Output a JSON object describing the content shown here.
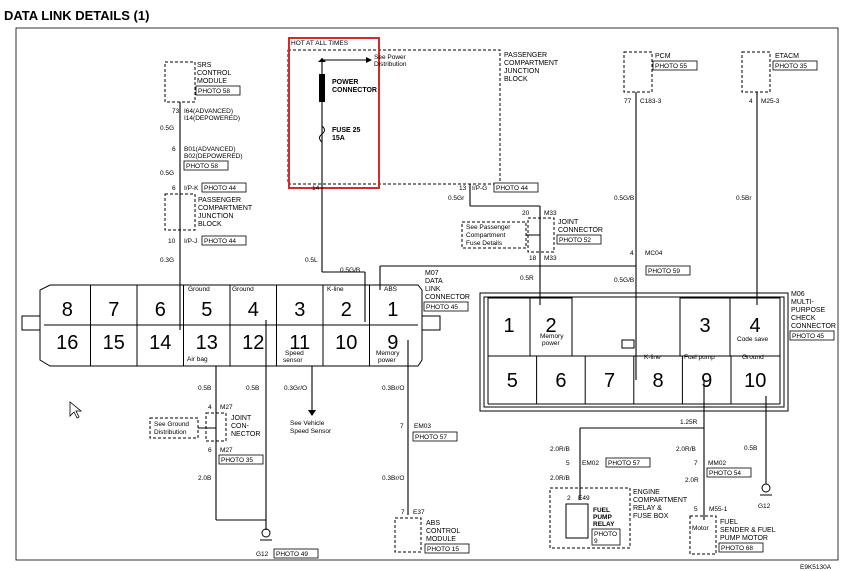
{
  "page": {
    "title": "DATA LINK DETAILS (1)"
  },
  "highlight": {
    "label": "HOT AT ALL TIMES",
    "color": "#d62a2a"
  },
  "power": {
    "see": "See Power",
    "dist": "Distribution",
    "connector1": "POWER",
    "connector2": "CONNECTOR",
    "fuse1": "FUSE 25",
    "fuse2": "15A",
    "pin14": "14"
  },
  "pcjb": {
    "l1": "PASSENGER",
    "l2": "COMPARTMENT",
    "l3": "JUNCTION",
    "l4": "BLOCK",
    "pin13": "13",
    "conn": "I/P-G",
    "photo": "PHOTO 44"
  },
  "srs": {
    "l1": "SRS",
    "l2": "CONTROL",
    "l3": "MODULE",
    "photo": "PHOTO 58",
    "pin73": "73",
    "i64": "I64(ADVANCED)",
    "i14": "I14(DEPOWERED)",
    "w1": "0.5G",
    "pin6": "6",
    "b01": "B01(ADVANCED)",
    "b02": "B02(DEPOWERED)",
    "photo2": "PHOTO 58",
    "w2": "0.5G",
    "pin6b": "6",
    "ipk": "I/P-K",
    "photo3": "PHOTO 44",
    "jb1": "PASSENGER",
    "jb2": "COMPARTMENT",
    "jb3": "JUNCTION",
    "jb4": "BLOCK",
    "pin10": "10",
    "ipj": "I/P-J",
    "photo4": "PHOTO 44",
    "w3": "0.3G"
  },
  "pcm": {
    "name": "PCM",
    "photo": "PHOTO 55",
    "pin": "77",
    "conn": "C183-3",
    "wire": "0.5G/B"
  },
  "etacm": {
    "name": "ETACM",
    "photo": "PHOTO 35",
    "pin": "4",
    "conn": "M25-3",
    "wire": "0.5Br"
  },
  "joint1": {
    "w_in": "0.5Gr",
    "pin20": "20",
    "m33": "M33",
    "l1": "JOINT",
    "l2": "CONNECTOR",
    "photo": "PHOTO 52",
    "see1": "See Passenger",
    "see2": "Compartment",
    "see3": "Fuse Details",
    "pin18": "18",
    "m33b": "M33",
    "w_out": "0.5R"
  },
  "mc04": {
    "pin": "4",
    "name": "MC04",
    "photo": "PHOTO 59",
    "wire": "0.5G/B"
  },
  "dlc": {
    "name1": "M07",
    "name2": "DATA",
    "name3": "LINK",
    "name4": "CONNECTOR",
    "photo": "PHOTO 45",
    "top_pins": [
      "8",
      "7",
      "6",
      "5",
      "4",
      "3",
      "2",
      "1"
    ],
    "bottom_pins": [
      "16",
      "15",
      "14",
      "13",
      "12",
      "11",
      "10",
      "9"
    ],
    "top_labels": {
      "p5": "Ground",
      "p4": "Ground",
      "p2": "K-line",
      "p1": "ABS"
    },
    "bottom_labels": {
      "p13": "Air bag",
      "p11a": "Speed",
      "p11b": "sensor",
      "p9a": "Memory",
      "p9b": "power"
    },
    "w_05L": "0.5L",
    "w_05GB": "0.5G/B"
  },
  "m06": {
    "name1": "M06",
    "name2": "MULTI-",
    "name3": "PURPOSE",
    "name4": "CHECK",
    "name5": "CONNECTOR",
    "photo": "PHOTO 45",
    "top_pins": [
      "1",
      "2",
      "3",
      "4"
    ],
    "bottom_pins": [
      "5",
      "6",
      "7",
      "8",
      "9",
      "10"
    ],
    "labels": {
      "p2a": "Memory",
      "p2b": "power",
      "p4": "Code save",
      "p8": "K-line",
      "p9": "Fuel pump",
      "p10": "Ground"
    }
  },
  "bottom": {
    "w1": "0.5B",
    "w2": "0.5B",
    "w3": "0.3Gr/O",
    "w4": "0.3Br/O",
    "pin4": "4",
    "m27": "M27",
    "jc1": "JOINT",
    "jc2": "CON-",
    "jc3": "NECTOR",
    "seeg1": "See Ground",
    "seeg2": "Distribution",
    "pin6": "6",
    "m27b": "M27",
    "photo35": "PHOTO 35",
    "w20b": "2.0B",
    "g12": "G12",
    "photo49": "PHOTO 49",
    "seev1": "See Vehicle",
    "seev2": "Speed Sensor"
  },
  "abs": {
    "pin7": "7",
    "em03": "EM03",
    "photo57": "PHOTO 57",
    "w": "0.3Br/O",
    "pin7b": "7",
    "e37": "E37",
    "l1": "ABS",
    "l2": "CONTROL",
    "l3": "MODULE",
    "photo15": "PHOTO 15"
  },
  "fuel": {
    "w125": "1.25R",
    "w20rb": "2.0R/B",
    "pin5": "5",
    "em02": "EM02",
    "photo57": "PHOTO 57",
    "w20rb2": "2.0R/B",
    "pin2": "2",
    "e49": "E49",
    "r1": "FUEL",
    "r2": "PUMP",
    "r3": "RELAY",
    "r4": "PHOTO",
    "r5": "9",
    "ec1": "ENGINE",
    "ec2": "COMPARTMENT",
    "ec3": "RELAY &",
    "ec4": "FUSE BOX",
    "w20rb3": "2.0R/B",
    "pin7": "7",
    "mm02": "MM02",
    "photo54": "PHOTO 54",
    "w20r": "2.0R",
    "pin5b": "5",
    "m551": "M55-1",
    "motor": "Motor",
    "s1": "FUEL",
    "s2": "SENDER & FUEL",
    "s3": "PUMP MOTOR",
    "photo68": "PHOTO 68",
    "w05b": "0.5B",
    "g12": "G12"
  },
  "footer": {
    "code": "E9K5130A"
  }
}
